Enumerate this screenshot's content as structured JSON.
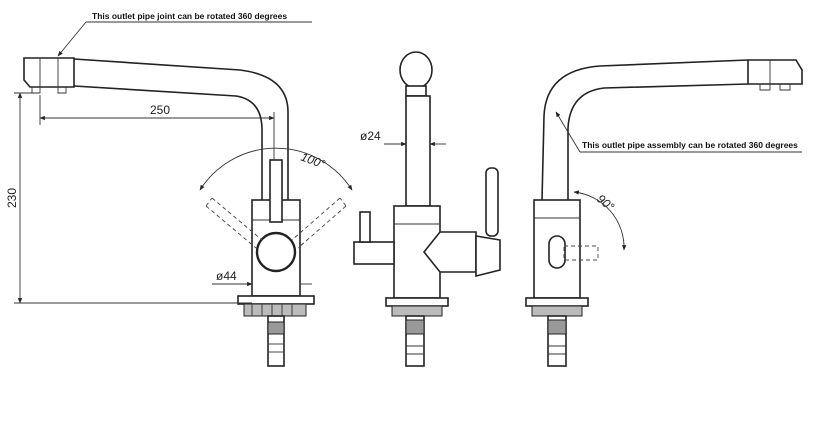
{
  "notes": {
    "rotate_joint": "This outlet pipe joint can be rotated 360 degrees",
    "rotate_assembly": "This outlet pipe assembly can be rotated 360 degrees"
  },
  "dimensions": {
    "reach": "250",
    "height": "230",
    "body_diameter": "ø44",
    "spout_diameter": "ø24",
    "handle_angle": "100°",
    "lever_angle": "90°"
  }
}
